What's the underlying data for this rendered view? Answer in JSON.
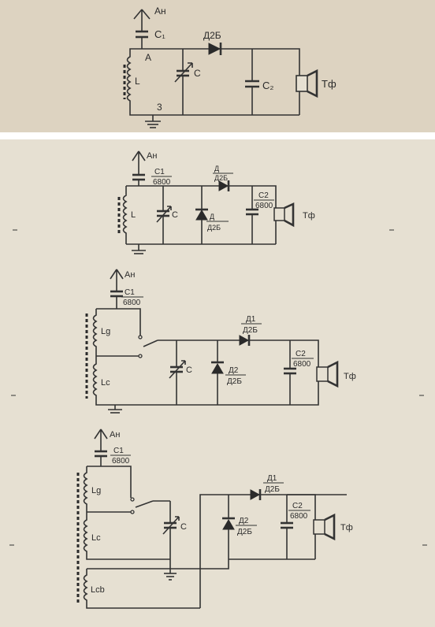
{
  "diagram1": {
    "antenna": "Ан",
    "c1": "C₁",
    "node_a": "A",
    "coil": "L",
    "node_3": "3",
    "tuning_cap": "C",
    "diode": "Д2Б",
    "c2": "C₂",
    "phones": "Тф"
  },
  "diagram2": {
    "antenna": "Ан",
    "c1": "C1",
    "c1_value": "6800",
    "coil": "L",
    "tuning_cap": "C",
    "diode_a": "Д",
    "diode_a_type": "Д2Б",
    "diode_b": "Д",
    "diode_b_type": "Д2Б",
    "c2": "C2",
    "c2_value": "6800",
    "phones": "Тф"
  },
  "diagram3": {
    "antenna": "Ан",
    "c1": "C1",
    "c1_value": "6800",
    "coil_top": "Lg",
    "coil_bottom": "Lc",
    "tuning_cap": "C",
    "diode_1": "Д1",
    "diode_1_type": "Д2Б",
    "diode_2": "Д2",
    "diode_2_type": "Д2Б",
    "c2": "C2",
    "c2_value": "6800",
    "phones": "Тф"
  },
  "diagram4": {
    "antenna": "Ан",
    "c1": "C1",
    "c1_value": "6800",
    "coil_top": "Lg",
    "coil_mid": "Lc",
    "coil_bottom": "Lcb",
    "tuning_cap": "C",
    "diode_1": "Д1",
    "diode_1_type": "Д2Б",
    "diode_2": "Д2",
    "diode_2_type": "Д2Б",
    "c2": "C2",
    "c2_value": "6800",
    "phones": "Тф"
  }
}
